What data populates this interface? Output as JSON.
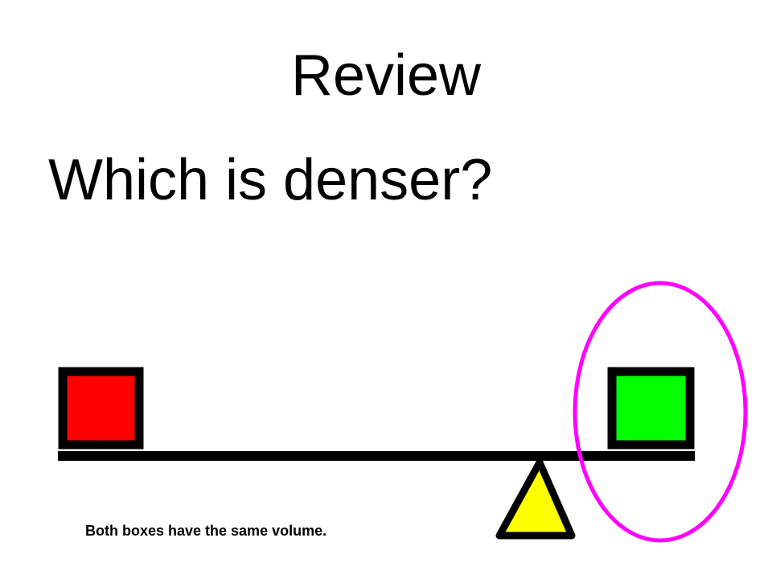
{
  "slide": {
    "title": "Review",
    "question": "Which is denser?",
    "caption": "Both boxes have the same volume."
  },
  "colors": {
    "left_box": "#ff0000",
    "right_box": "#00ff00",
    "fulcrum": "#ffff00",
    "highlight_circle": "#ff00ff",
    "outline": "#000000"
  },
  "icons": {
    "left_box": "red-box",
    "right_box": "green-box",
    "fulcrum": "triangle-fulcrum",
    "highlight": "answer-circle"
  }
}
